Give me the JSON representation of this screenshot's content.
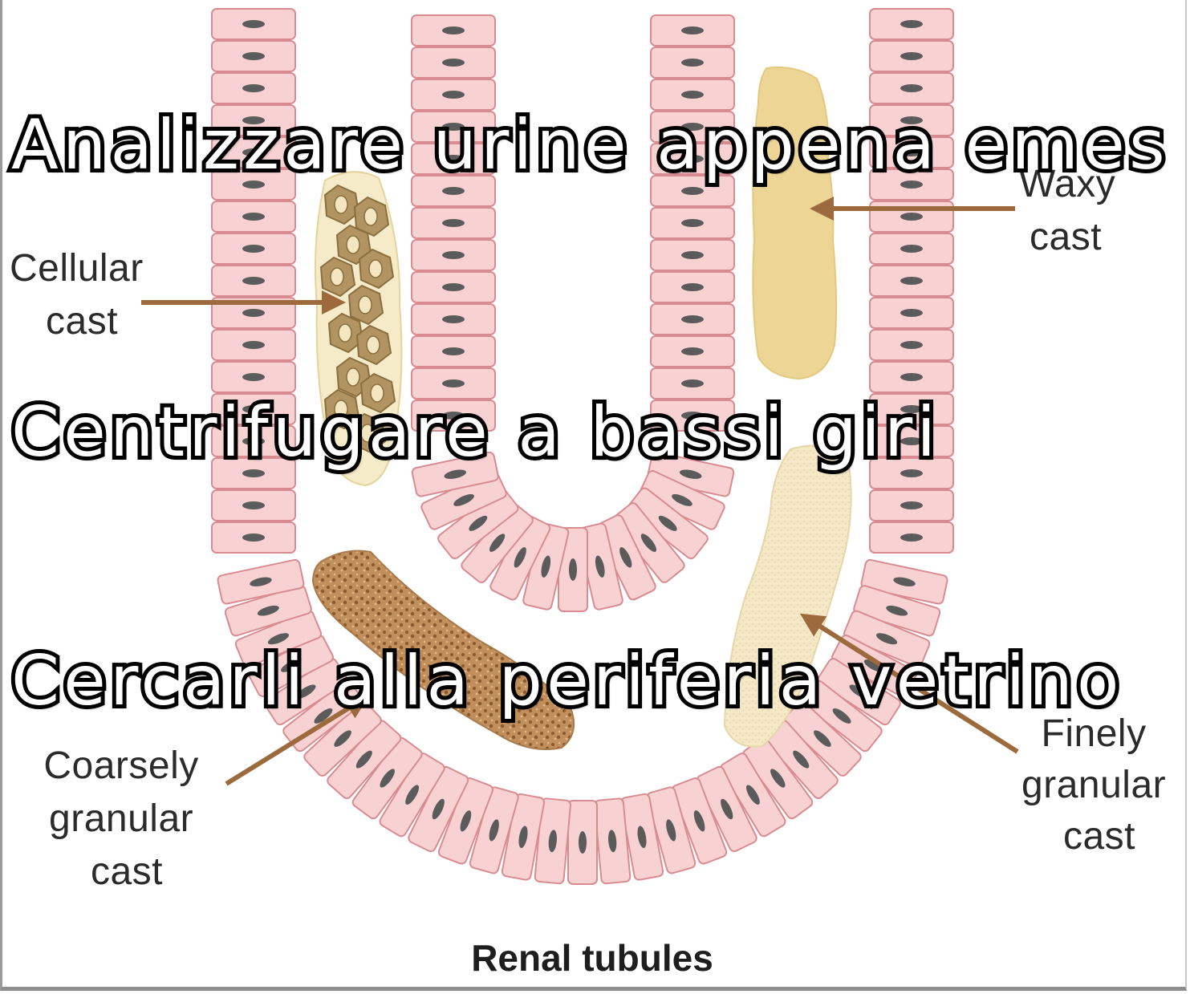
{
  "overlay_lines": [
    "Analizzare urine appena emes",
    "Centrifugare a bassi giri",
    "Cercarli alla periferia vetrino"
  ],
  "labels": {
    "cellular_cast": [
      "Cellular",
      "cast"
    ],
    "waxy_cast": [
      "Waxy",
      "cast"
    ],
    "coarsely_granular_cast": [
      "Coarsely",
      "granular",
      "cast"
    ],
    "finely_granular_cast": [
      "Finely",
      "granular",
      "cast"
    ],
    "title": "Renal tubules"
  },
  "colors": {
    "cell_fill": "#f8d2d2",
    "cell_stroke": "#d88c92",
    "nucleus": "#5b5b5b",
    "arrow": "#9c6a3d",
    "waxy_cast": "#efd79a",
    "cellular_cast_bg": "#f6ebc9",
    "cellular_cell": "#b19461",
    "coarse_cast": "#b88654",
    "fine_cast": "#f3e6c4"
  }
}
